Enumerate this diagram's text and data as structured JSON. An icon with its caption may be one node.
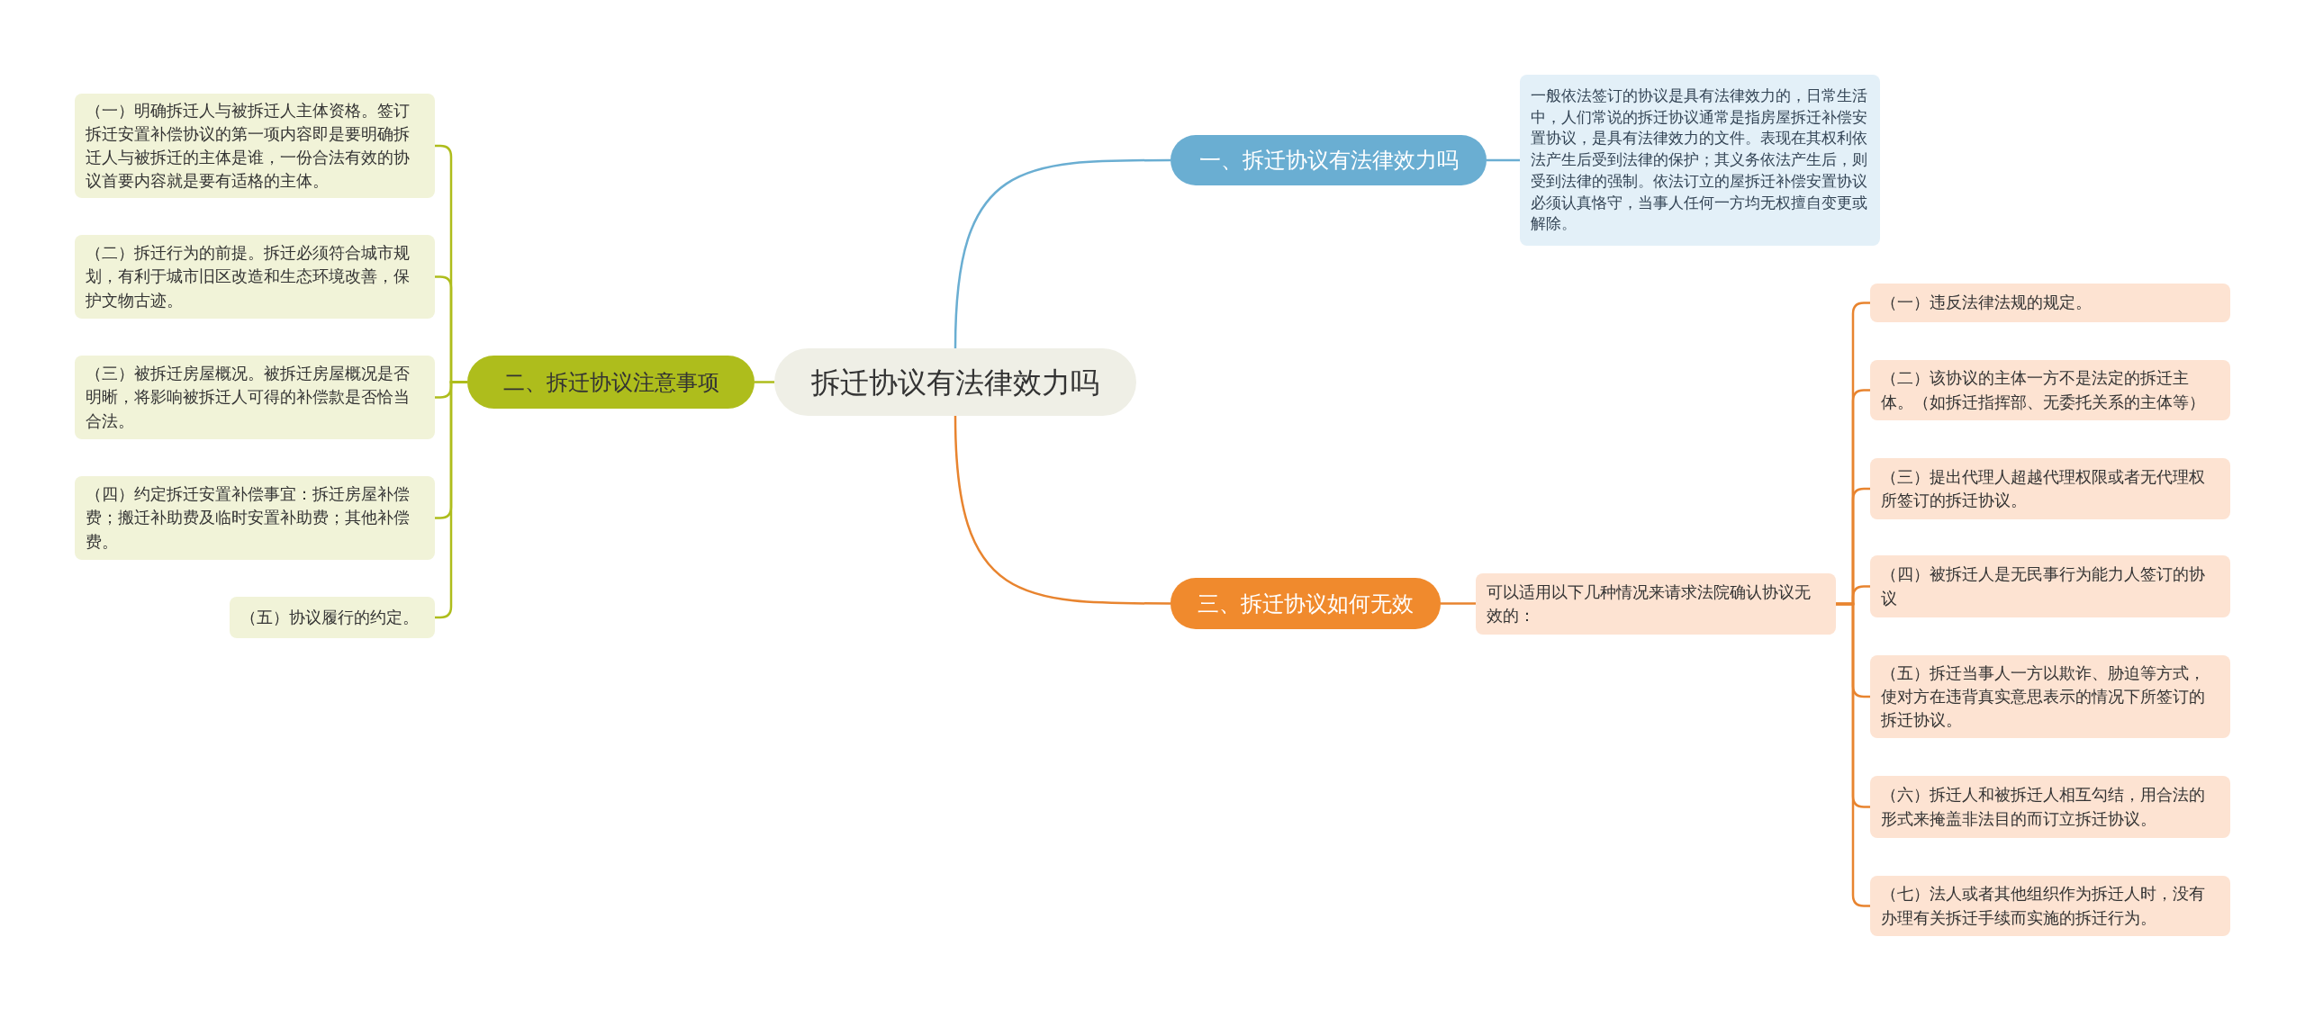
{
  "diagram": {
    "nodes": [
      {
        "text": [
          "拆迁协议有法律效力吗"
        ]
      },
      {
        "text": [
          "一、拆迁协议有法律效力吗"
        ]
      },
      {
        "text": [
          "一般依法签订的协议是具有法律效力的，日常生活中，人们常说的拆迁协议通常是指房屋拆迁补偿安置协议，是具有法律效力的文件。表现在其权利依法产生后受到法律的保护；其义务依法产生后，则受到法律的强制。依法订立的屋拆迁补偿安置协议必须认真恪守，当事人任何一方均无权擅自变更或解除。"
        ]
      },
      {
        "text": [
          "二、拆迁协议注意事项"
        ]
      },
      {
        "text": [
          "（一）明确拆迁人与被拆迁人主体资格。签订拆迁安置补偿协议的第一项内容即是要明确拆迁人与被拆迁的主体是谁，一份合法有效的协议首要内容就是要有适格的主体。"
        ]
      },
      {
        "text": [
          "（二）拆迁行为的前提。拆迁必须符合城市规划，有利于城市旧区改造和生态环境改善，保护文物古迹。"
        ]
      },
      {
        "text": [
          "（三）被拆迁房屋概况。被拆迁房屋概况是否明晰，将影响被拆迁人可得的补偿款是否恰当合法。"
        ]
      },
      {
        "text": [
          "（四）约定拆迁安置补偿事宜：拆迁房屋补偿费；搬迁补助费及临时安置补助费；其他补偿费。"
        ]
      },
      {
        "text": [
          "（五）协议履行的约定。"
        ]
      },
      {
        "text": [
          "三、拆迁协议如何无效"
        ]
      },
      {
        "text": [
          "可以适用以下几种情况来请求法院确认协议无效的："
        ]
      },
      {
        "text": [
          "（一）违反法律法规的规定。"
        ]
      },
      {
        "text": [
          "（二）该协议的主体一方不是法定的拆迁主体。（如拆迁指挥部、无委托关系的主体等）"
        ]
      },
      {
        "text": [
          "（三）提出代理人超越代理权限或者无代理权所签订的拆迁协议。"
        ]
      },
      {
        "text": [
          "（四）被拆迁人是无民事行为能力人签订的协议"
        ]
      },
      {
        "text": [
          "（五）拆迁当事人一方以欺诈、胁迫等方式，使对方在违背真实意思表示的情况下所签订的拆迁协议。"
        ]
      },
      {
        "text": [
          "（六）拆迁人和被拆迁人相互勾结，用合法的形式来掩盖非法目的而订立拆迁协议。"
        ]
      },
      {
        "text": [
          "（七）法人或者其他组织作为拆迁人时，没有办理有关拆迁手续而实施的拆迁行为。"
        ]
      }
    ],
    "edges": [
      {
        "from": 0,
        "to": 1,
        "arrow": "none",
        "color": "#6aaed2"
      },
      {
        "from": 1,
        "to": 2,
        "arrow": "none",
        "color": "#6aaed2"
      },
      {
        "from": 0,
        "to": 3,
        "arrow": "none",
        "color": "#aebd1c"
      },
      {
        "from": 3,
        "to": 4,
        "arrow": "none",
        "color": "#aebd1c"
      },
      {
        "from": 3,
        "to": 5,
        "arrow": "none",
        "color": "#aebd1c"
      },
      {
        "from": 3,
        "to": 6,
        "arrow": "none",
        "color": "#aebd1c"
      },
      {
        "from": 3,
        "to": 7,
        "arrow": "none",
        "color": "#aebd1c"
      },
      {
        "from": 3,
        "to": 8,
        "arrow": "none",
        "color": "#aebd1c"
      },
      {
        "from": 0,
        "to": 9,
        "arrow": "none"
      },
      {
        "from": 9,
        "to": 10,
        "arrow": "none"
      },
      {
        "from": 10,
        "to": 11,
        "arrow": "none"
      },
      {
        "from": 10,
        "to": 12,
        "arrow": "none"
      },
      {
        "from": 10,
        "to": 13,
        "arrow": "none"
      },
      {
        "from": 10,
        "to": 14,
        "arrow": "none"
      },
      {
        "from": 10,
        "to": 15,
        "arrow": "none"
      },
      {
        "from": 10,
        "to": 16,
        "arrow": "none"
      },
      {
        "from": 10,
        "to": 17,
        "arrow": "none"
      }
    ]
  }
}
